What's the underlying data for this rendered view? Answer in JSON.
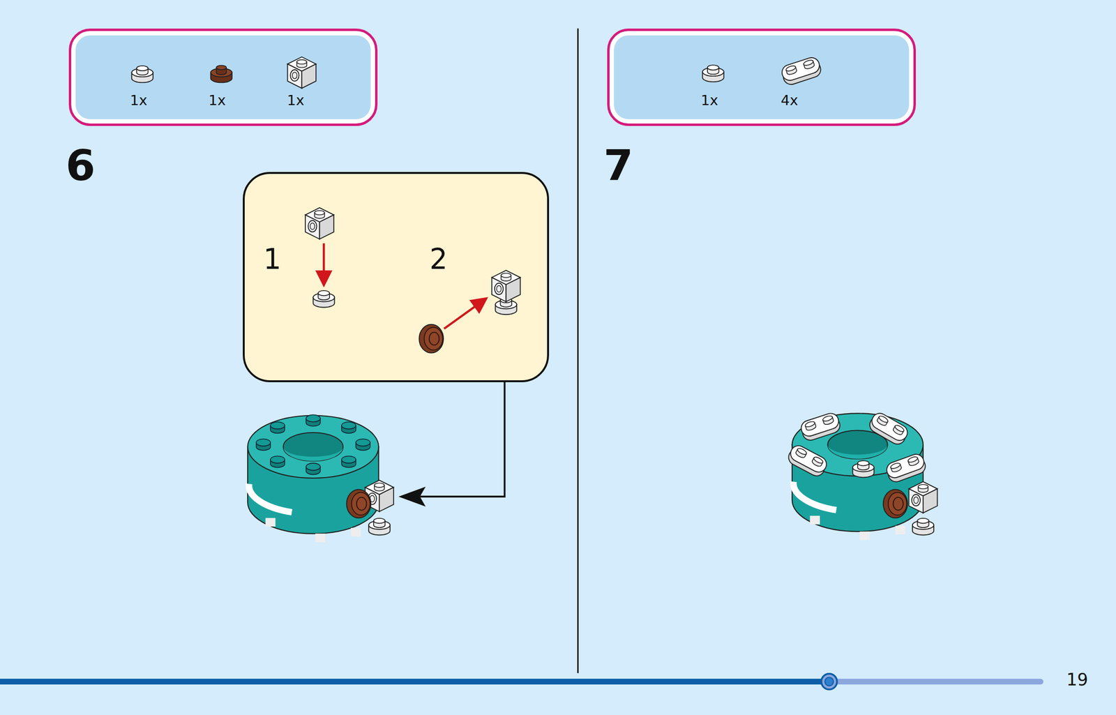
{
  "diagram": {
    "nodes": [
      {
        "text": [
          "1x",
          "1x",
          "1x"
        ]
      },
      {
        "text": [
          "1",
          "2"
        ]
      },
      {
        "text": [
          "1x",
          "4x"
        ]
      }
    ],
    "labels": [
      "6",
      "7",
      "19"
    ]
  }
}
